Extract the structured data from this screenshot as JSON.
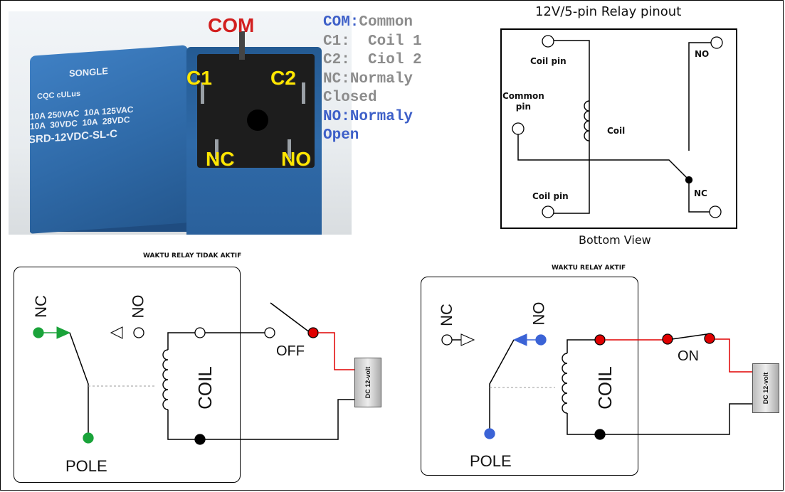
{
  "photo": {
    "top_label": "COM",
    "pin_labels": {
      "c1": "C1",
      "c2": "C2",
      "nc": "NC",
      "no": "NO"
    },
    "relay_brand": "SONGLE",
    "relay_marks": "CQC  cULus",
    "relay_spec_line1": "10A 250VAC  10A 125VAC",
    "relay_spec_line2": "10A  30VDC  10A  28VDC",
    "relay_model": "SRD-12VDC-SL-C"
  },
  "legend": {
    "lines": [
      {
        "key": "COM:",
        "value": "Common",
        "key_color": "#3d5fc8"
      },
      {
        "key": "C1:",
        "value": "  Coil 1",
        "key_color": "#8c8c8c"
      },
      {
        "key": "C2:",
        "value": "  Ciol 2",
        "key_color": "#8c8c8c"
      },
      {
        "key": "NC:",
        "value": "Normaly",
        "key_color": "#8c8c8c"
      },
      {
        "key": "",
        "value": "Closed",
        "key_color": "#8c8c8c"
      },
      {
        "key": "NO:",
        "value": "Normaly",
        "key_color": "#3d5fc8"
      },
      {
        "key": "",
        "value": "Open",
        "key_color": "#3d5fc8"
      }
    ]
  },
  "pinout": {
    "title": "12V/5-pin Relay pinout",
    "caption": "Bottom View",
    "labels": {
      "coil_pin_top": "Coil pin",
      "common_pin": "Common\npin",
      "coil": "Coil",
      "coil_pin_bottom": "Coil pin",
      "no": "NO",
      "nc": "NC"
    }
  },
  "inactive": {
    "title": "WAKTU RELAY TIDAK AKTIF",
    "nc": "NC",
    "no": "NO",
    "coil": "COIL",
    "pole": "POLE",
    "switch_state": "OFF",
    "battery": "DC 12-volt",
    "contact_color": "#1aa33a"
  },
  "active": {
    "title": "WAKTU RELAY AKTIF",
    "nc": "NC",
    "no": "NO",
    "coil": "COIL",
    "pole": "POLE",
    "switch_state": "ON",
    "battery": "DC 12-volt",
    "contact_color": "#3b63d6"
  },
  "colors": {
    "live_wire": "#e00000",
    "wire": "#000000"
  }
}
